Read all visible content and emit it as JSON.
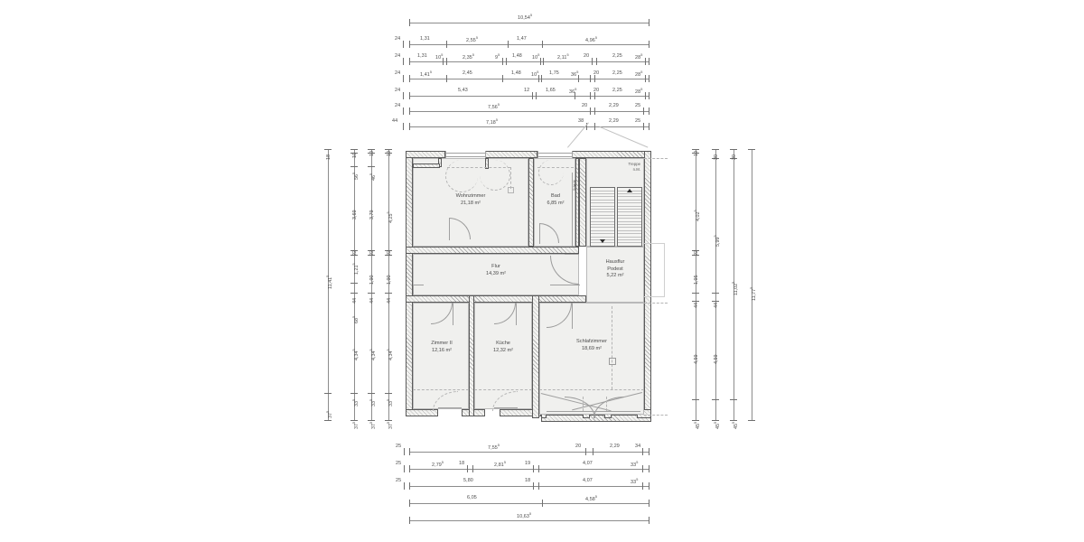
{
  "drawing": {
    "type": "architectural-floor-plan",
    "language": "de",
    "units": "m",
    "rooms": [
      {
        "id": "wohnzimmer",
        "name": "Wohnzimmer",
        "area": "21,18 m²"
      },
      {
        "id": "bad",
        "name": "Bad",
        "area": "6,85 m²"
      },
      {
        "id": "flur",
        "name": "Flur",
        "area": "14,39 m²"
      },
      {
        "id": "hausflur",
        "name": "Hausflur",
        "name2": "Podest",
        "area": "5,22 m²"
      },
      {
        "id": "zimmer2",
        "name": "Zimmer II",
        "area": "12,16 m²"
      },
      {
        "id": "kueche",
        "name": "Küche",
        "area": "12,32 m²"
      },
      {
        "id": "schlafzimmer",
        "name": "Schlafzimmer",
        "area": "18,69 m²"
      }
    ],
    "stair": {
      "label1": "Treppe",
      "label2": "n.M."
    }
  },
  "dimensions": {
    "top": [
      {
        "row": 0,
        "values": [
          "10,54⁵"
        ]
      },
      {
        "row": 1,
        "values": [
          "24",
          "1,31",
          "2,55⁵",
          "1,47",
          "4,96⁵"
        ]
      },
      {
        "row": 2,
        "values": [
          "24",
          "1,31",
          "10⁵",
          "2,35⁵",
          "9⁵",
          "1,48",
          "10⁵",
          "2,11⁵",
          "20",
          "2,25",
          "28⁵"
        ]
      },
      {
        "row": 3,
        "values": [
          "24",
          "1,41⁵",
          "2,45",
          "1,48",
          "10⁵",
          "1,75",
          "36⁵",
          "20",
          "2,25",
          "28⁵"
        ]
      },
      {
        "row": 4,
        "values": [
          "24",
          "5,43",
          "12",
          "1,65",
          "36⁵",
          "20",
          "2,25",
          "28⁵"
        ]
      },
      {
        "row": 5,
        "values": [
          "24",
          "7,56⁵",
          "20",
          "2,29",
          "25"
        ]
      },
      {
        "row": 6,
        "values": [
          "44",
          "7,18⁵",
          "38",
          "2,29",
          "25"
        ]
      }
    ],
    "left": [
      {
        "col": 0,
        "values": [
          "18",
          "11,41⁵",
          "37⁵"
        ]
      },
      {
        "col": 1,
        "values": [
          "10",
          "56⁵",
          "3,69",
          "1,21⁵",
          "22",
          "44",
          "68⁵",
          "4,34⁵",
          "33⁵",
          "37⁵"
        ]
      },
      {
        "col": 2,
        "values": [
          "10",
          "46⁵",
          "3,79",
          "22",
          "1,90",
          "44",
          "4,34⁵",
          "33⁵",
          "37⁵"
        ]
      },
      {
        "col": 3,
        "values": [
          "10",
          "4,25⁵",
          "22",
          "1,90",
          "44",
          "4,34⁵",
          "33⁵",
          "37⁵"
        ]
      }
    ],
    "right": [
      {
        "col": 0,
        "values": [
          "10",
          "4,02⁵",
          "22",
          "1,95",
          "44",
          "4,59",
          "45⁵"
        ]
      },
      {
        "col": 1,
        "values": [
          "30",
          "5,99⁵",
          "44",
          "4,59",
          "45⁵"
        ]
      },
      {
        "col": 2,
        "values": [
          "30",
          "11,02⁵",
          "45⁵"
        ]
      },
      {
        "col": 3,
        "values": [
          "11,77⁵"
        ]
      }
    ],
    "bottom": [
      {
        "row": 0,
        "values": [
          "25",
          "7,55⁵",
          "20",
          "2,29",
          "34"
        ]
      },
      {
        "row": 1,
        "values": [
          "25",
          "2,79⁵",
          "18",
          "2,81⁵",
          "19",
          "4,07",
          "33⁵"
        ]
      },
      {
        "row": 2,
        "values": [
          "25",
          "5,80",
          "18",
          "4,07",
          "33⁵"
        ]
      },
      {
        "row": 3,
        "values": [
          "6,05",
          "4,58⁵"
        ]
      },
      {
        "row": 4,
        "values": [
          "10,63⁵"
        ]
      }
    ]
  },
  "colors": {
    "background": "#ffffff",
    "wall_fill": "#f2f2f0",
    "wall_hatch": "#9a9a9a",
    "room_fill": "#f0f0ee",
    "line": "#8c8c8c",
    "text": "#4a4a4a"
  }
}
